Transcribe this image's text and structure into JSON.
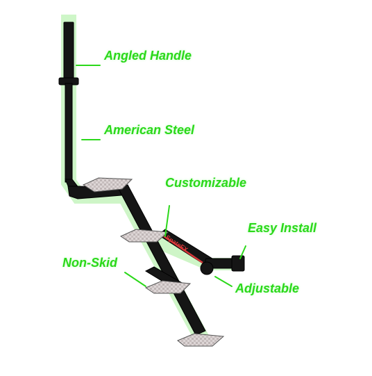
{
  "callouts": {
    "angled_handle": "Angled Handle",
    "american_steel": "American Steel",
    "customizable": "Customizable",
    "easy_install": "Easy Install",
    "non_skid": "Non-Skid",
    "adjustable": "Adjustable"
  },
  "brand_decal": "SpateFX",
  "colors": {
    "label_green": "#2bd81a",
    "frame_black": "#151515",
    "step_pad": "#d9d2d2",
    "decal_red": "#d8383a",
    "glow": "#c9f5c2"
  }
}
